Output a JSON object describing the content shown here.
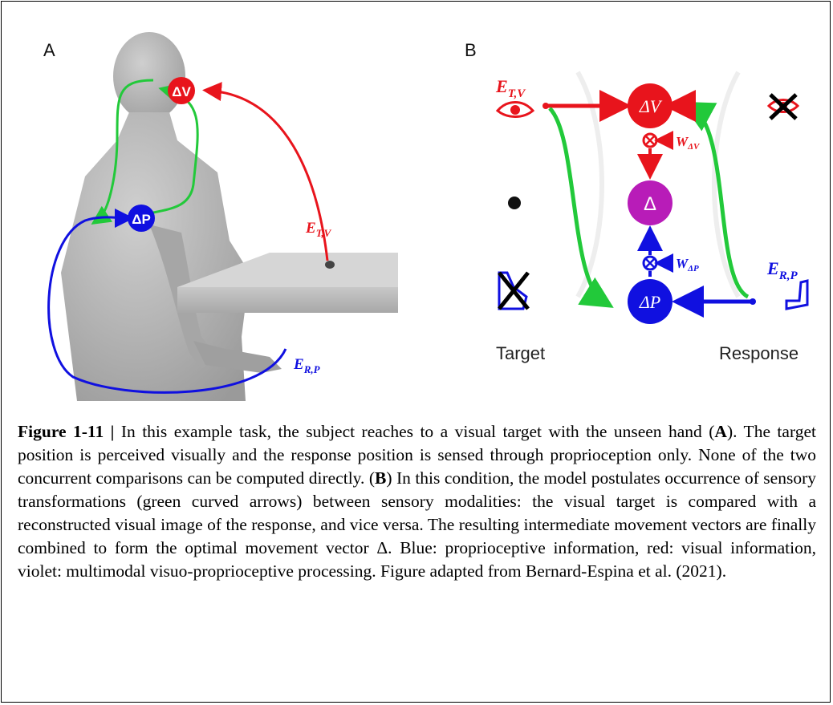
{
  "panelA": {
    "label": "A",
    "node_delta_v": "ΔV",
    "node_delta_p": "ΔP",
    "label_etv_main": "E",
    "label_etv_sub": "T,V",
    "label_erp_main": "E",
    "label_erp_sub": "R,P"
  },
  "panelB": {
    "label": "B",
    "node_delta_v": "ΔV",
    "node_delta": "Δ",
    "node_delta_p": "ΔP",
    "label_etv_main": "E",
    "label_etv_sub": "T,V",
    "label_erp_main": "E",
    "label_erp_sub": "R,P",
    "weight_v_main": "W",
    "weight_v_sub": "ΔV",
    "weight_p_main": "W",
    "weight_p_sub": "ΔP",
    "target_label": "Target",
    "response_label": "Response"
  },
  "caption": {
    "figure_label": "Figure 1-11 |",
    "part1": " In this example task, the subject reaches to a visual target with the unseen hand (",
    "bold_a": "A",
    "part2": "). The target position is perceived visually and the response position is sensed through proprioception only. None of the two concurrent comparisons can be computed directly. (",
    "bold_b": "B",
    "part3": ") In this condition, the model postulates occurrence of sensory transformations (green curved arrows) between sensory modalities: the visual target is compared with a reconstructed visual image of the response, and vice versa. The resulting intermediate movement vectors are finally combined to form the optimal movement vector Δ. Blue: proprioceptive information, red: visual information, violet: multimodal visuo-proprioceptive processing. Figure adapted from Bernard-Espina et al. (2021)."
  },
  "colors": {
    "red": "#e8141c",
    "blue": "#1010e0",
    "green": "#22c93a",
    "violet": "#b81cb8",
    "figure_gray": "#b4b4b4"
  }
}
